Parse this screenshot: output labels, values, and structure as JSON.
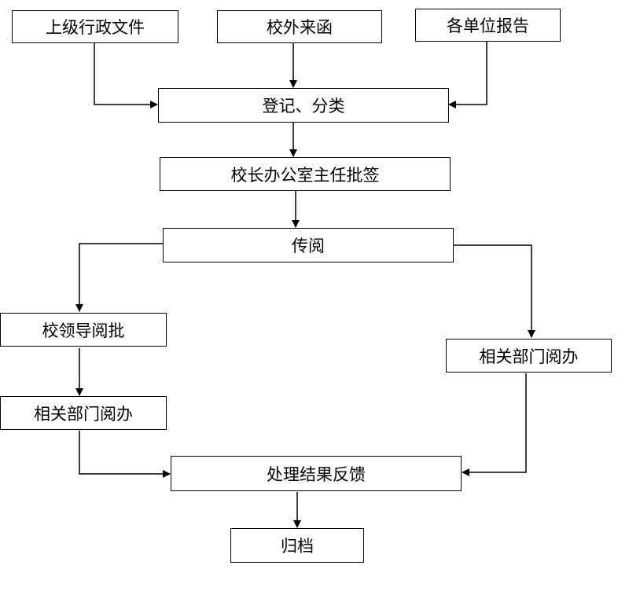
{
  "diagram": {
    "nodes": {
      "superior_docs": "上级行政文件",
      "external_letters": "校外来函",
      "unit_reports": "各单位报告",
      "register_classify": "登记、分类",
      "office_director_sign": "校长办公室主任批签",
      "circulate": "传阅",
      "leader_approval": "校领导阅批",
      "dept_handle_left": "相关部门阅办",
      "dept_handle_right": "相关部门阅办",
      "feedback": "处理结果反馈",
      "archive": "归档"
    }
  }
}
